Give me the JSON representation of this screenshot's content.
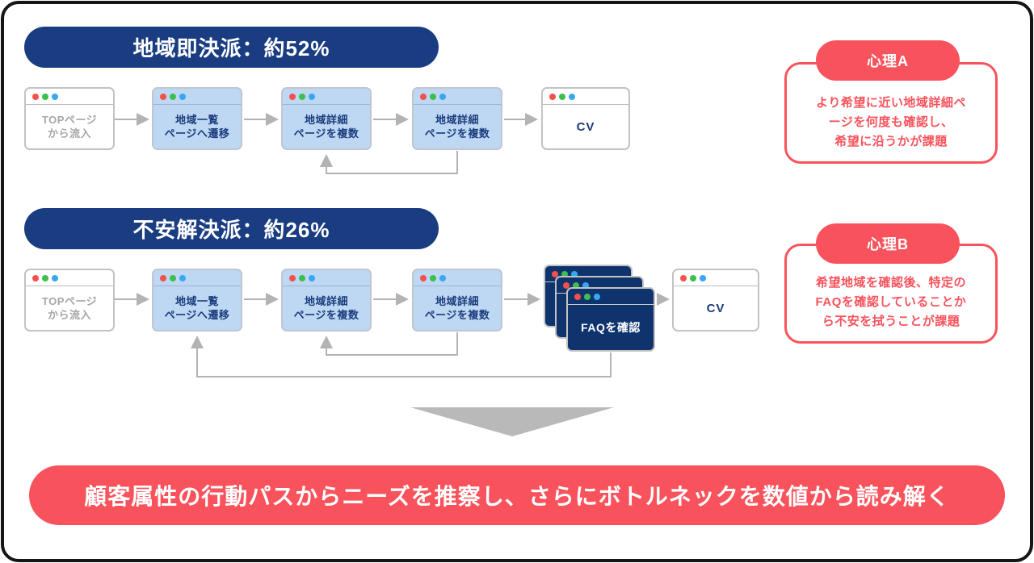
{
  "colors": {
    "navy": "#1a3d82",
    "faq_navy": "#0e336d",
    "accent_red": "#f8535c",
    "window_blue": "#bed8f4",
    "text_blue": "#1b3c7c",
    "connector_gray": "#b3b3b3",
    "dot_red": "#f4514c",
    "dot_green": "#3dbf4e",
    "dot_blue": "#38a7f2"
  },
  "icons": {
    "window_dots": [
      "red-dot-icon",
      "green-dot-icon",
      "blue-dot-icon"
    ],
    "down_arrow": "gray-triangle-down"
  },
  "sections": [
    {
      "header": "地域即決派：約52%",
      "psych_label": "心理A",
      "psych_lines": [
        "より希望に近い地域詳細ペ",
        "ージを何度も確認し、",
        "希望に沿うかが課題"
      ],
      "steps": [
        {
          "lines": [
            "TOPページ",
            "から流入"
          ]
        },
        {
          "lines": [
            "地域一覧",
            "ページへ遷移"
          ]
        },
        {
          "lines": [
            "地域詳細",
            "ページを複数"
          ]
        },
        {
          "lines": [
            "地域詳細",
            "ページを複数"
          ]
        },
        {
          "lines": [
            "CV"
          ]
        }
      ]
    },
    {
      "header": "不安解決派：約26%",
      "psych_label": "心理B",
      "psych_lines": [
        "希望地域を確認後、特定の",
        "FAQを確認していることか",
        "ら不安を拭うことが課題"
      ],
      "steps": [
        {
          "lines": [
            "TOPページ",
            "から流入"
          ]
        },
        {
          "lines": [
            "地域一覧",
            "ページへ遷移"
          ]
        },
        {
          "lines": [
            "地域詳細",
            "ページを複数"
          ]
        },
        {
          "lines": [
            "地域詳細",
            "ページを複数"
          ]
        },
        {
          "faq": "FAQを確認"
        },
        {
          "lines": [
            "CV"
          ]
        }
      ]
    }
  ],
  "conclusion": "顧客属性の行動パスからニーズを推察し、さらにボトルネックを数値から読み解く"
}
